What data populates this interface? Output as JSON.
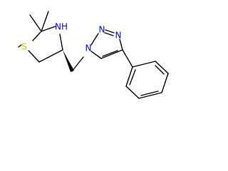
{
  "atoms": {
    "sulfur": {
      "label": "S",
      "color": "#c8c800"
    },
    "amine_nitrogen": {
      "label": "NH",
      "color": "#0000ff"
    },
    "triazole_n1": {
      "label": "N",
      "color": "#0000ff"
    },
    "triazole_n2": {
      "label": "N",
      "color": "#0000ff"
    },
    "triazole_n3": {
      "label": "N",
      "color": "#0000ff"
    }
  }
}
